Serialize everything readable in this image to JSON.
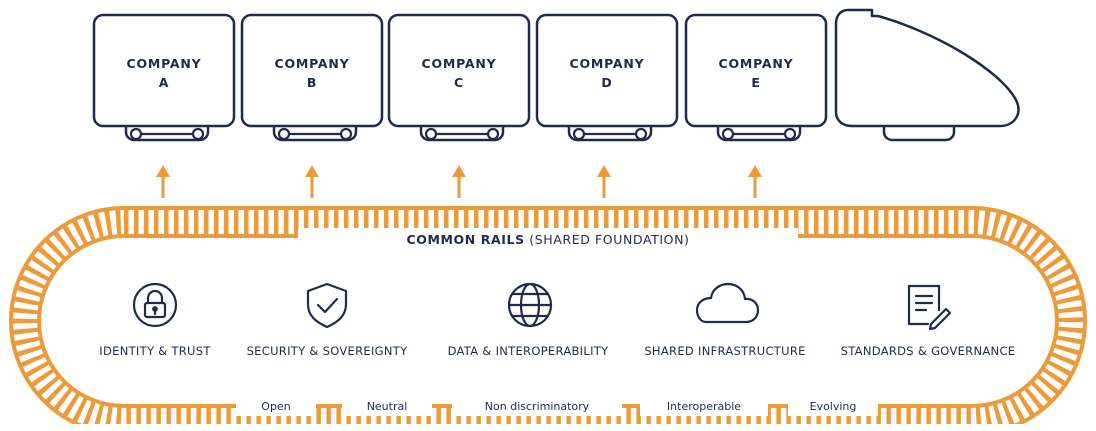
{
  "train": {
    "cars": [
      {
        "line1": "COMPANY",
        "line2": "A"
      },
      {
        "line1": "COMPANY",
        "line2": "B"
      },
      {
        "line1": "COMPANY",
        "line2": "C"
      },
      {
        "line1": "COMPANY",
        "line2": "D"
      },
      {
        "line1": "COMPANY",
        "line2": "E"
      }
    ]
  },
  "rails": {
    "title_bold": "COMMON RAILS",
    "title_rest": " (SHARED FOUNDATION)",
    "pillars": [
      {
        "label": "IDENTITY & TRUST",
        "icon": "lock-icon"
      },
      {
        "label": "SECURITY & SOVEREIGNTY",
        "icon": "shield-check-icon"
      },
      {
        "label": "DATA & INTEROPERABILITY",
        "icon": "globe-icon"
      },
      {
        "label": "SHARED INFRASTRUCTURE",
        "icon": "cloud-icon"
      },
      {
        "label": "STANDARDS & GOVERNANCE",
        "icon": "document-icon"
      }
    ],
    "values": [
      "Open",
      "Neutral",
      "Non discriminatory",
      "Interoperable",
      "Evolving"
    ]
  },
  "colors": {
    "navy": "#1f2a4d",
    "orange": "#eb9a3c",
    "white": "#ffffff"
  }
}
